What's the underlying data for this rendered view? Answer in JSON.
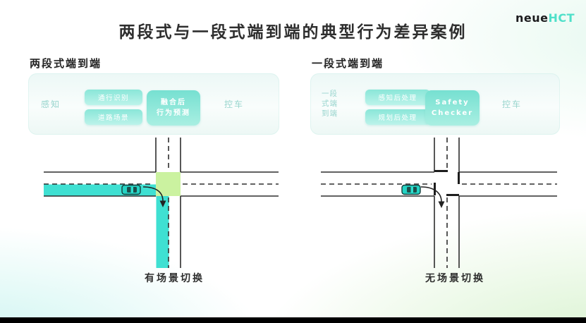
{
  "brand": {
    "name_dark": "neue",
    "name_accent": "HCT"
  },
  "title": "两段式与一段式端到端的典型行为差异案例",
  "panels": {
    "left": {
      "header": "两段式端到端",
      "flow": {
        "input_label": "感知",
        "module_top": "通行识别",
        "module_bottom": "道路场景",
        "main_line1": "融合后",
        "main_line2": "行为预测",
        "output_label": "控车"
      },
      "caption": "有场景切换"
    },
    "right": {
      "header": "一段式端到端",
      "flow": {
        "input_label": "一段\n式端\n到端",
        "module_top": "感知后处理",
        "module_bottom": "规划后处理",
        "main_line1": "Safety",
        "main_line2": "Checker",
        "output_label": "控车"
      },
      "caption": "无场景切换"
    }
  },
  "colors": {
    "accent_teal": "#4fe0c9",
    "path_highlight": "#3fe0d2",
    "junction_highlight": "#cbf2a0",
    "module_box_teal": "#8ae6d8",
    "road_line": "#2e2e2e",
    "letterbox": "#000000"
  }
}
